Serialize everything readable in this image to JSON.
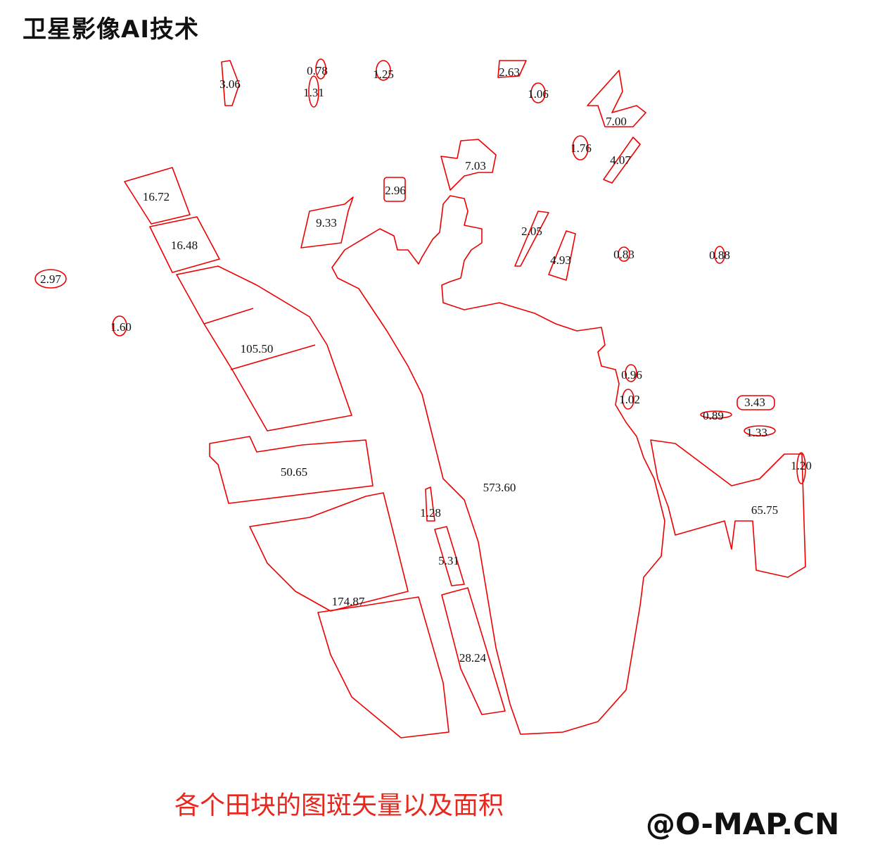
{
  "header": {
    "title": "卫星影像AI技术"
  },
  "caption": "各个田块的图斑矢量以及面积",
  "brand": "@O-MAP.CN",
  "colors": {
    "boundary": "#ee0000",
    "caption": "#e8281e"
  },
  "parcels": [
    "3.06",
    "0.78",
    "1.31",
    "1.25",
    "2.63",
    "1.06",
    "7.00",
    "1.76",
    "4.07",
    "7.03",
    "2.96",
    "16.72",
    "9.33",
    "16.48",
    "2.05",
    "4.93",
    "0.83",
    "0.88",
    "2.97",
    "1.60",
    "105.50",
    "0.96",
    "1.02",
    "3.43",
    "0.89",
    "1.33",
    "1.20",
    "50.65",
    "573.60",
    "65.75",
    "1.28",
    "5.31",
    "174.87",
    "28.24"
  ]
}
